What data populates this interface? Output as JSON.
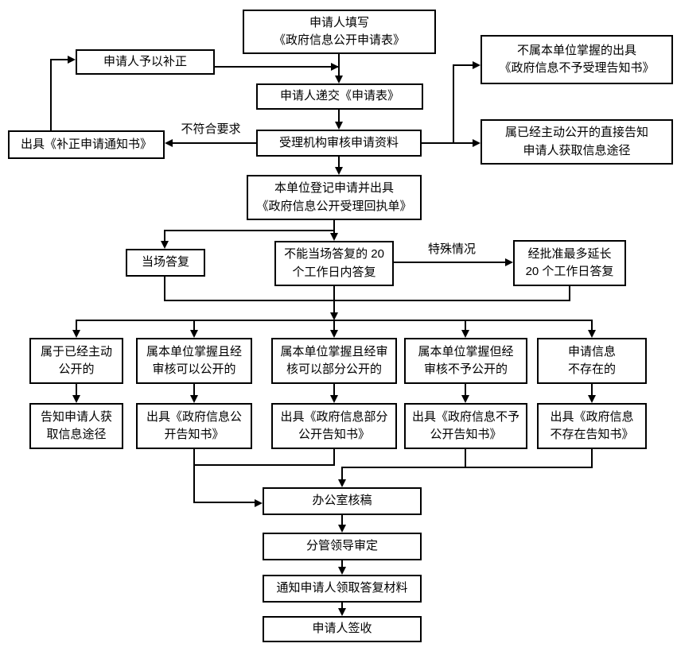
{
  "diagram": {
    "type": "flowchart",
    "colors": {
      "background": "#ffffff",
      "line": "#000000",
      "box_border": "#000000",
      "text": "#000000"
    },
    "nodes": {
      "fill_form": {
        "text": "申请人填写\n《政府信息公开申请表》"
      },
      "correct": {
        "text": "申请人予以补正"
      },
      "submit": {
        "text": "申请人递交《申请表》"
      },
      "notice_correct": {
        "text": "出具《补正申请通知书》"
      },
      "review": {
        "text": "受理机构审核申请资料"
      },
      "not_held": {
        "text": "不属本单位掌握的出具\n《政府信息不予受理告知书》"
      },
      "already_public": {
        "text": "属已经主动公开的直接告知\n申请人获取信息途径"
      },
      "register": {
        "text": "本单位登记申请并出具\n《政府信息公开受理回执单》"
      },
      "onspot": {
        "text": "当场答复"
      },
      "within20": {
        "text": "不能当场答复的 20\n个工作日内答复"
      },
      "extend20": {
        "text": "经批准最多延长\n20 个工作日答复"
      },
      "b1": {
        "text": "属于已经主动\n公开的"
      },
      "b2": {
        "text": "属本单位掌握且经\n审核可以公开的"
      },
      "b3": {
        "text": "属本单位掌握且经审\n核可以部分公开的"
      },
      "b4": {
        "text": "属本单位掌握但经\n审核不予公开的"
      },
      "b5": {
        "text": "申请信息\n不存在的"
      },
      "n1": {
        "text": "告知申请人获\n取信息途径"
      },
      "n2": {
        "text": "出具《政府信息公\n开告知书》"
      },
      "n3": {
        "text": "出具《政府信息部分\n公开告知书》"
      },
      "n4": {
        "text": "出具《政府信息不予\n公开告知书》"
      },
      "n5": {
        "text": "出具《政府信息\n不存在告知书》"
      },
      "office": {
        "text": "办公室核稿"
      },
      "leader": {
        "text": "分管领导审定"
      },
      "notify": {
        "text": "通知申请人领取答复材料"
      },
      "sign": {
        "text": "申请人签收"
      }
    },
    "edge_labels": {
      "not_qualified": "不符合要求",
      "special_case": "特殊情况"
    }
  }
}
